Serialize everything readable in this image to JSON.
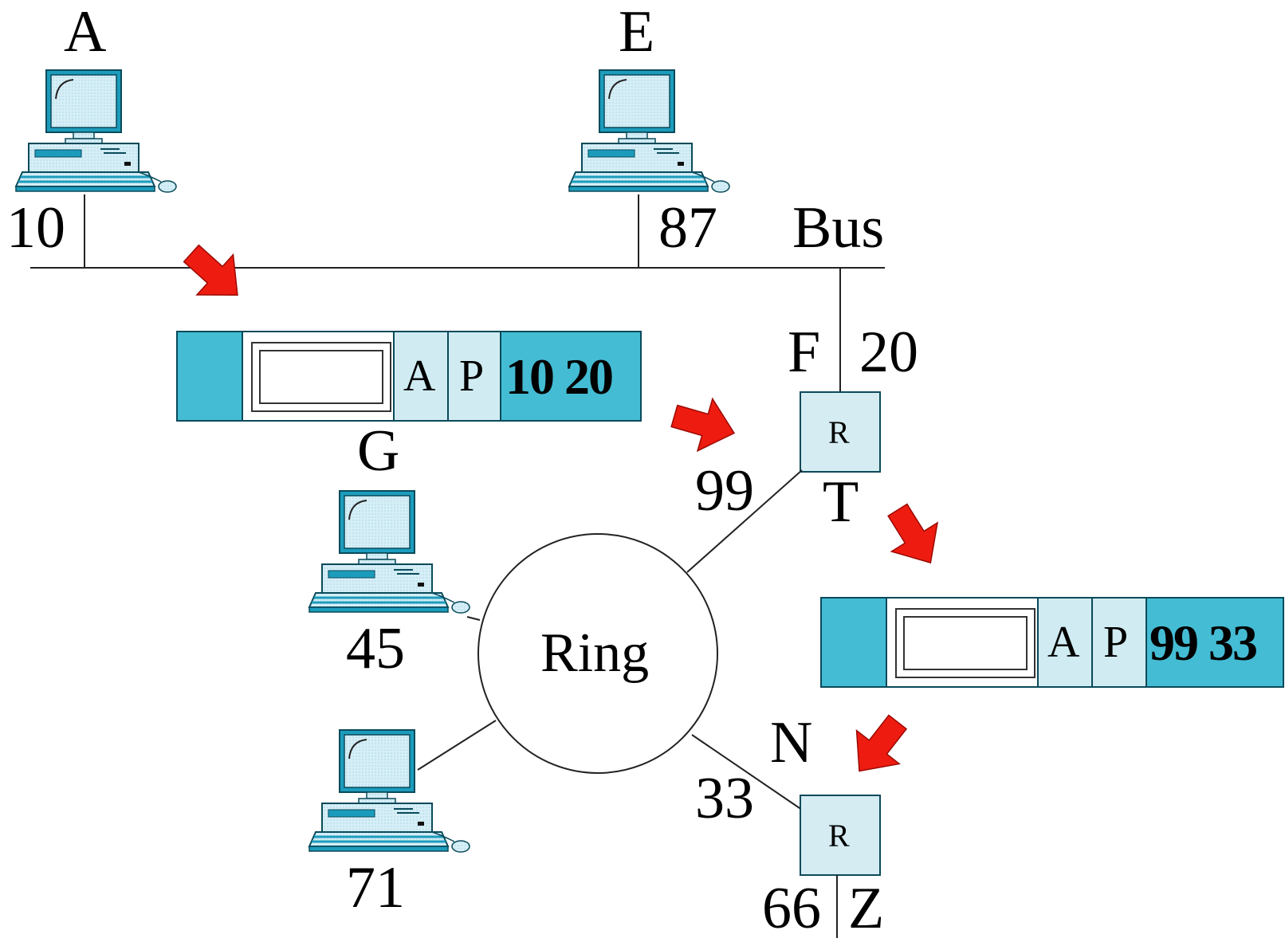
{
  "bus": {
    "label": "Bus"
  },
  "ring": {
    "label": "Ring"
  },
  "hosts": {
    "a": {
      "name": "A",
      "address": "10"
    },
    "e": {
      "name": "E",
      "address": "87"
    },
    "g": {
      "name": "G",
      "address": "45"
    },
    "lower": {
      "name": "",
      "address": "71"
    }
  },
  "router_f": {
    "box_label": "R",
    "name_top": "F",
    "addr_top": "20",
    "name_bottom": "T",
    "addr_ring": "99"
  },
  "router_n": {
    "box_label": "R",
    "name_top": "N",
    "addr_ring": "33",
    "addr_bottom": "66",
    "name_bottom": "Z"
  },
  "frame_bus": {
    "field_a": "A",
    "field_p": "P",
    "addresses": "10 20"
  },
  "frame_ring": {
    "field_a": "A",
    "field_p": "P",
    "addresses": "99 33"
  },
  "colors": {
    "frame_accent": "#44bcd4",
    "frame_light": "#d0ecf2",
    "router_fill": "#d4ecf2",
    "computer_accent": "#1c9cbc",
    "arrow": "#ee1c10"
  }
}
